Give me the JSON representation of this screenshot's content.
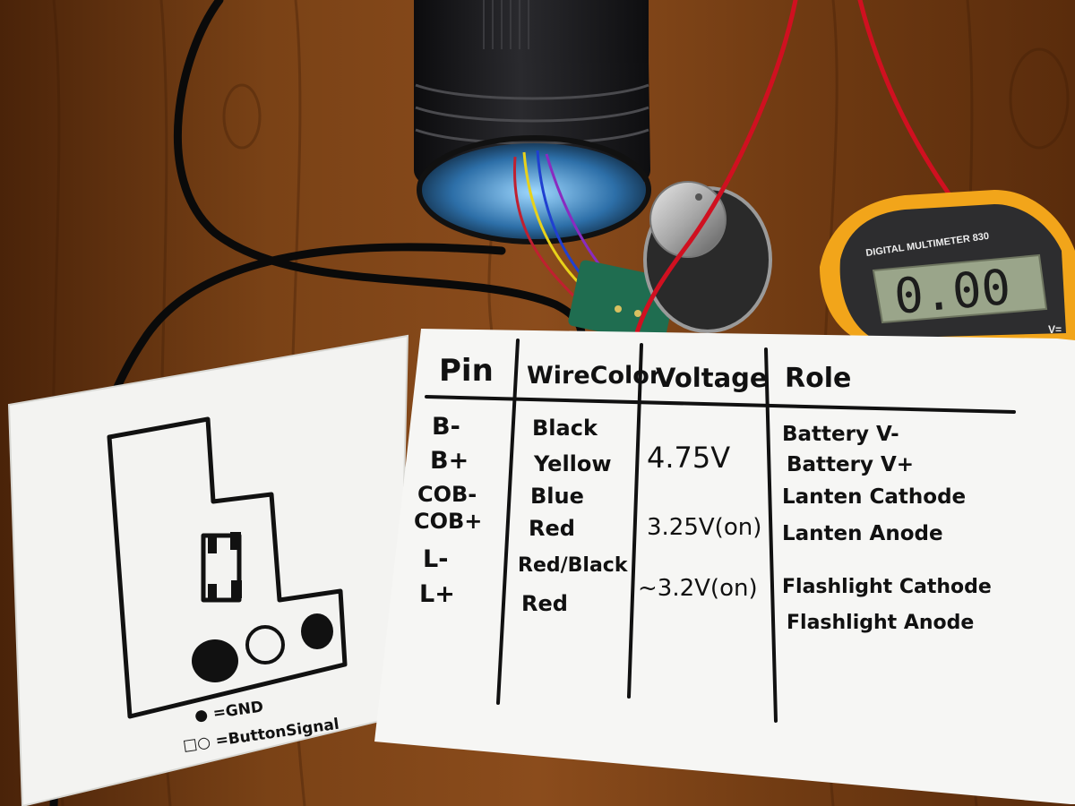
{
  "multimeter": {
    "brand": "DIGITAL MULTIMETER 830",
    "reading": "0.00",
    "mode": "V="
  },
  "wiring_table": {
    "headers": [
      "Pin",
      "WireColor",
      "Voltage",
      "Role"
    ],
    "rows": [
      {
        "pin": "B-",
        "wire": "Black",
        "voltage": "",
        "role": "Battery V-"
      },
      {
        "pin": "B+",
        "wire": "Yellow",
        "voltage": "4.75V",
        "role": "Battery V+"
      },
      {
        "pin": "COB-",
        "wire": "Blue",
        "voltage": "",
        "role": "Lanten Cathode"
      },
      {
        "pin": "COB+",
        "wire": "Red",
        "voltage": "3.25V(on)",
        "role": "Lanten Anode"
      },
      {
        "pin": "L-",
        "wire": "Red/Black",
        "voltage": "~3.2V(on)",
        "role": "Flashlight Cathode"
      },
      {
        "pin": "L+",
        "wire": "Red",
        "voltage": "",
        "role": "Flashlight Anode"
      }
    ]
  },
  "board_sketch": {
    "legend": [
      {
        "symbol": "●",
        "text": "=GND"
      },
      {
        "symbol": "□○",
        "text": "=ButtonSignal"
      }
    ]
  },
  "colors": {
    "table_wood": "#6b3712",
    "paper": "#f6f6f4",
    "ink": "#111111",
    "red_wire": "#d01020",
    "meter_body": "#f2a51a"
  }
}
